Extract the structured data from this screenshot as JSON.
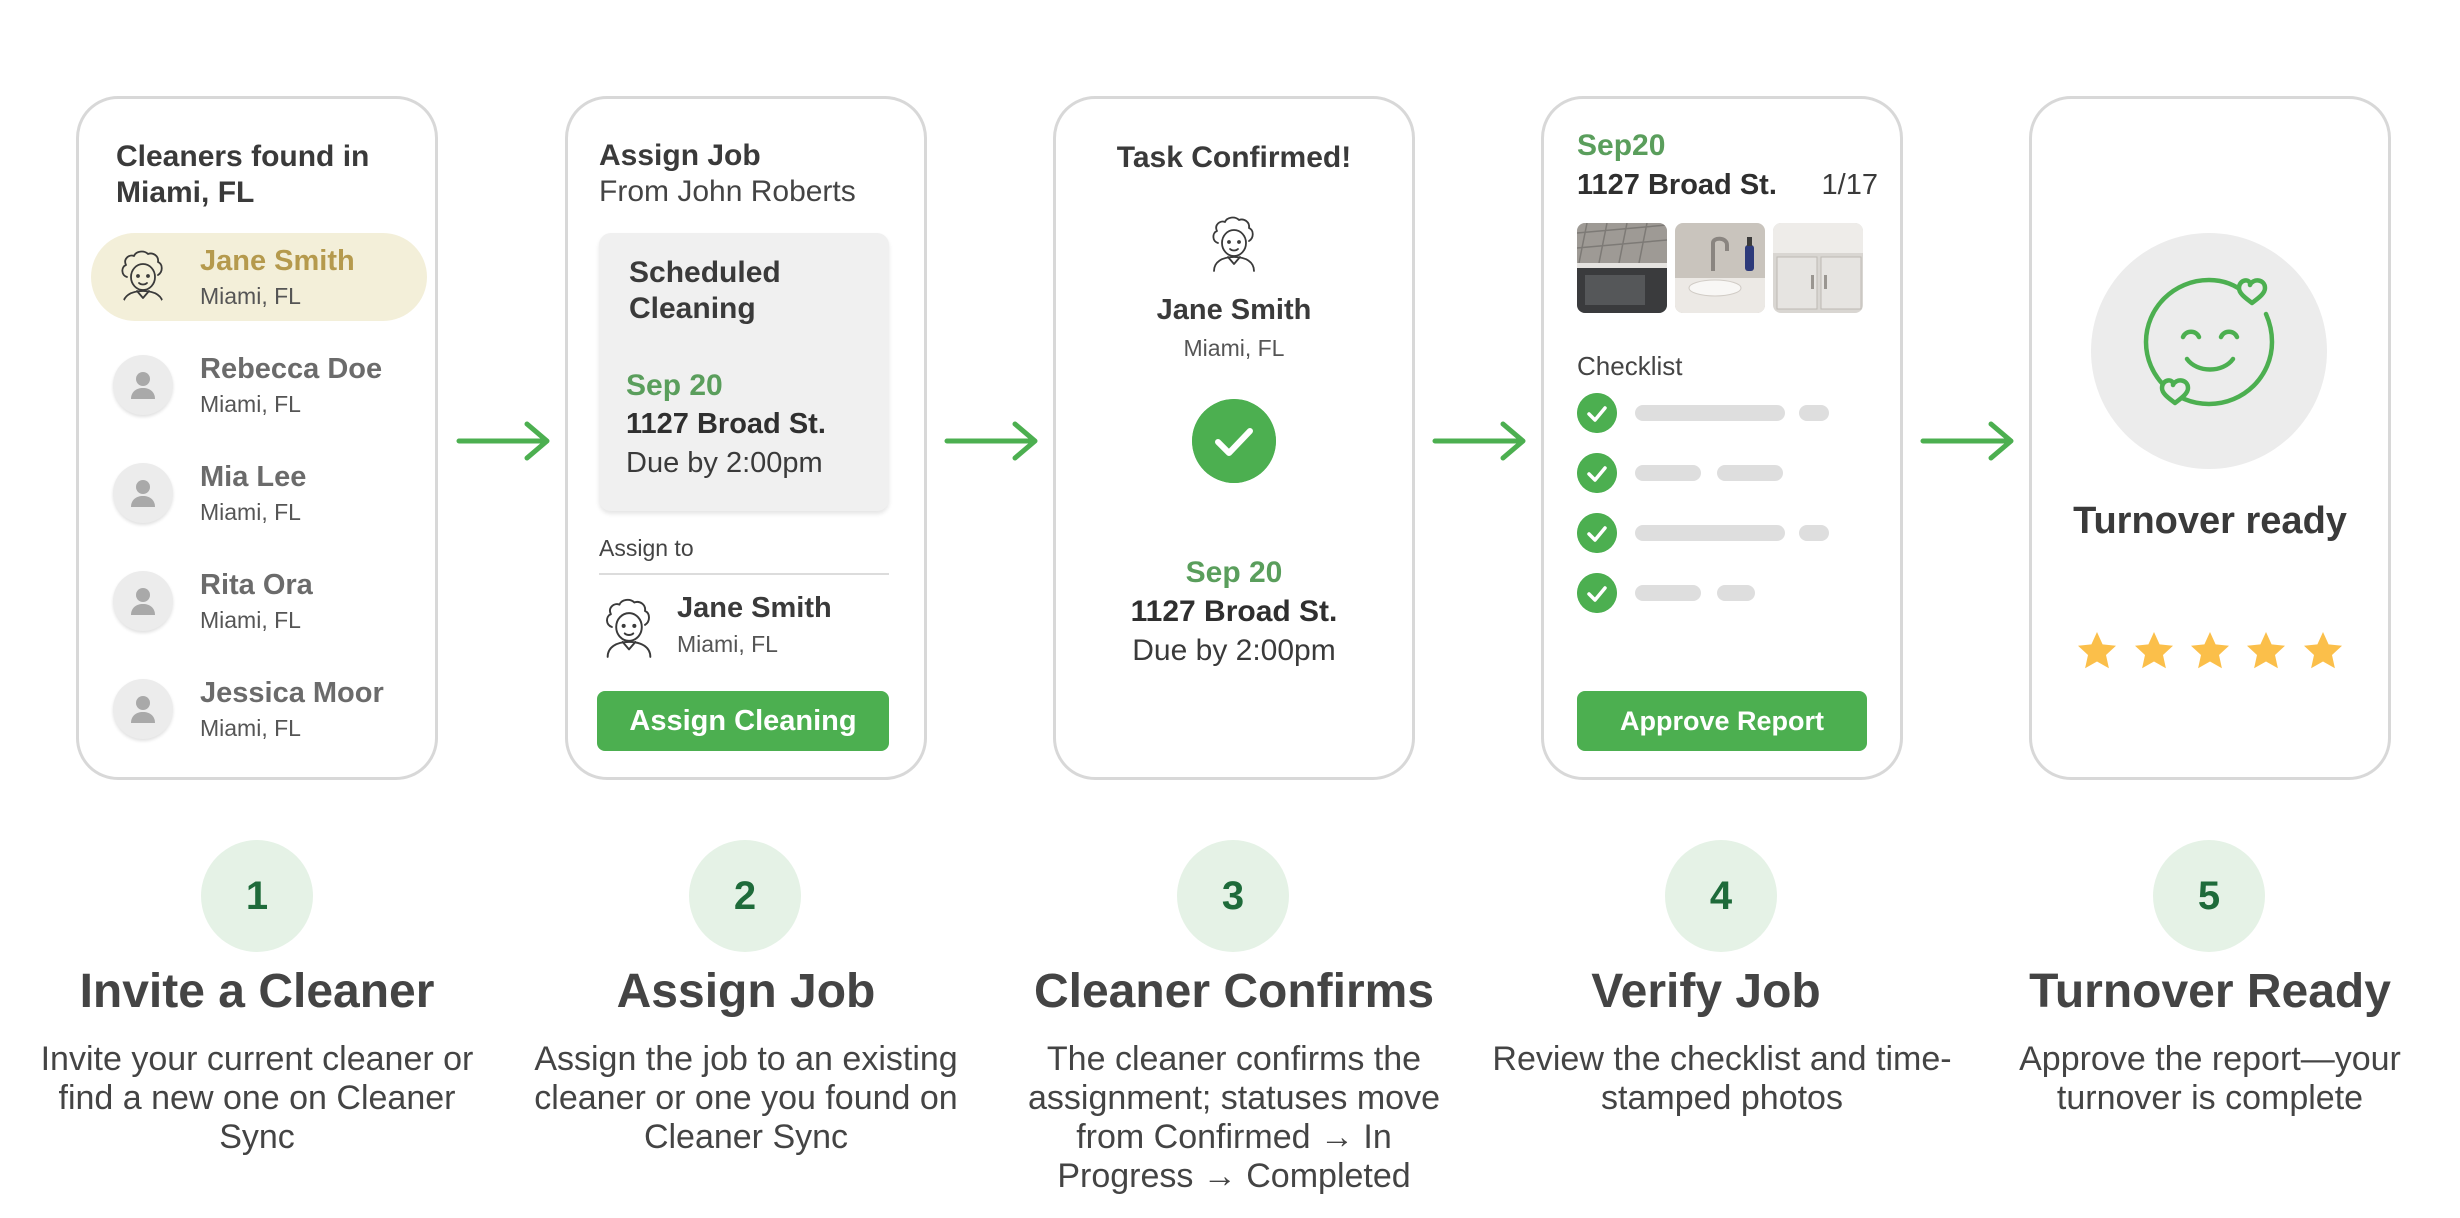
{
  "colors": {
    "accent": "#4caf50",
    "accent_text": "#5a9e5c",
    "selected_bg": "#f3efd9",
    "selected_text": "#b59a4d",
    "star": "#fbbf4a",
    "step_bg": "#e5f2e6"
  },
  "card1": {
    "title": "Cleaners found in Miami, FL",
    "cleaners": [
      {
        "name": "Jane Smith",
        "location": "Miami, FL",
        "selected": true
      },
      {
        "name": "Rebecca Doe",
        "location": "Miami, FL"
      },
      {
        "name": "Mia Lee",
        "location": "Miami, FL"
      },
      {
        "name": "Rita Ora",
        "location": "Miami, FL"
      },
      {
        "name": "Jessica Moor",
        "location": "Miami, FL"
      }
    ]
  },
  "card2": {
    "title": "Assign Job",
    "subtitle": "From John Roberts",
    "job": {
      "title": "Scheduled Cleaning",
      "date": "Sep 20",
      "address": "1127 Broad St.",
      "due": "Due by 2:00pm"
    },
    "assign_to_label": "Assign to",
    "assignee": {
      "name": "Jane Smith",
      "location": "Miami, FL"
    },
    "button_label": "Assign Cleaning"
  },
  "card3": {
    "title": "Task Confirmed!",
    "cleaner": {
      "name": "Jane Smith",
      "location": "Miami, FL"
    },
    "date": "Sep 20",
    "address": "1127 Broad St.",
    "due": "Due by 2:00pm"
  },
  "card4": {
    "date": "Sep20",
    "address": "1127 Broad St.",
    "page": "1/17",
    "checklist_label": "Checklist",
    "button_label": "Approve Report"
  },
  "card5": {
    "title": "Turnover ready",
    "rating": 5
  },
  "steps": [
    {
      "number": "1",
      "title": "Invite a Cleaner",
      "description": "Invite your current cleaner or find a new one on Cleaner Sync"
    },
    {
      "number": "2",
      "title": "Assign Job",
      "description": "Assign the job to an existing cleaner or one you found on Cleaner Sync"
    },
    {
      "number": "3",
      "title": "Cleaner Confirms",
      "description": "The cleaner confirms the assignment; statuses move from Confirmed → In Progress → Completed"
    },
    {
      "number": "4",
      "title": "Verify Job",
      "description": "Review the checklist and time-stamped photos"
    },
    {
      "number": "5",
      "title": "Turnover Ready",
      "description": "Approve the report—your turnover is complete"
    }
  ]
}
